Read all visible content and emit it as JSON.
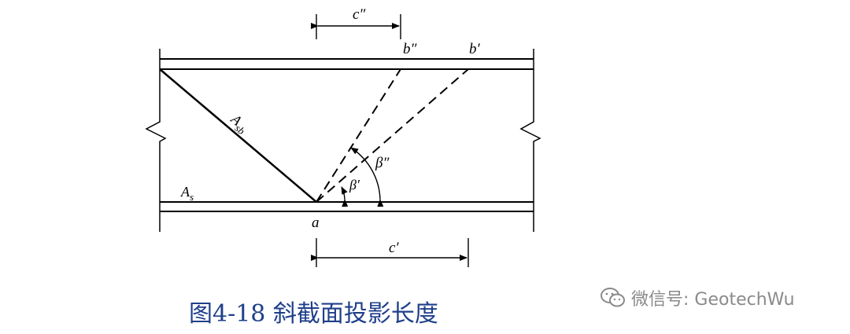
{
  "labels": {
    "c_double_prime": "c″",
    "b_double_prime": "b″",
    "b_prime": "b′",
    "asb_main": "A",
    "asb_sub": "sb",
    "beta_double_prime": "β″",
    "beta_prime": "β′",
    "as_main": "A",
    "as_sub": "s",
    "a": "a",
    "c_prime": "c′"
  },
  "caption": "图4-18 斜截面投影长度",
  "watermark": {
    "text": "微信号: GeotechWu",
    "icon": "wechat-icon"
  },
  "colors": {
    "line": "#000000",
    "caption": "#1f3f8a",
    "watermark": "#8a8a8a"
  }
}
